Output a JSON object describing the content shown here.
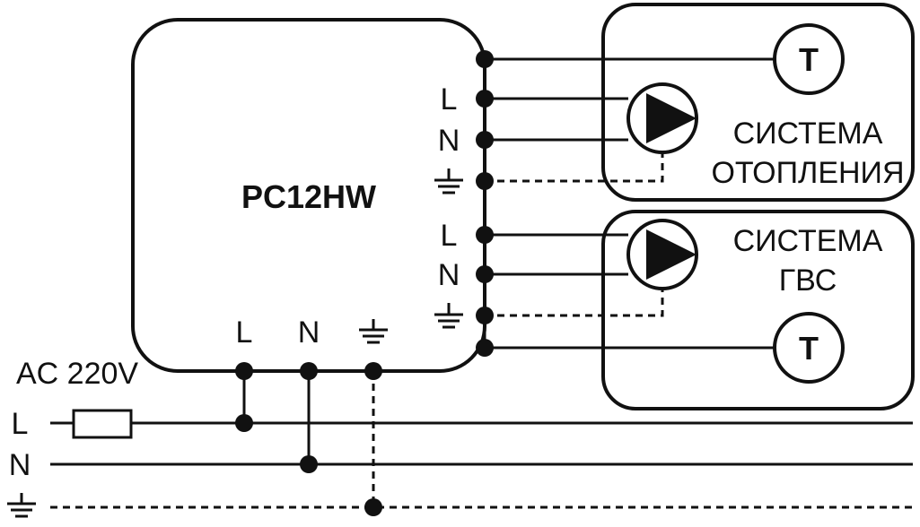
{
  "controller": {
    "name": "PC12HW"
  },
  "supply": {
    "label": "AC 220V",
    "line_label": "L",
    "neutral_label": "N"
  },
  "controller_terminals": {
    "line": "L",
    "neutral": "N"
  },
  "heating_pump_terminals": {
    "line": "L",
    "neutral": "N"
  },
  "dhw_pump_terminals": {
    "line": "L",
    "neutral": "N"
  },
  "heating_system": {
    "line1": "СИСТЕМА",
    "line2": "ОТОПЛЕНИЯ",
    "sensor": "T"
  },
  "dhw_system": {
    "line1": "СИСТЕМА",
    "line2": "ГВС",
    "sensor": "T"
  }
}
